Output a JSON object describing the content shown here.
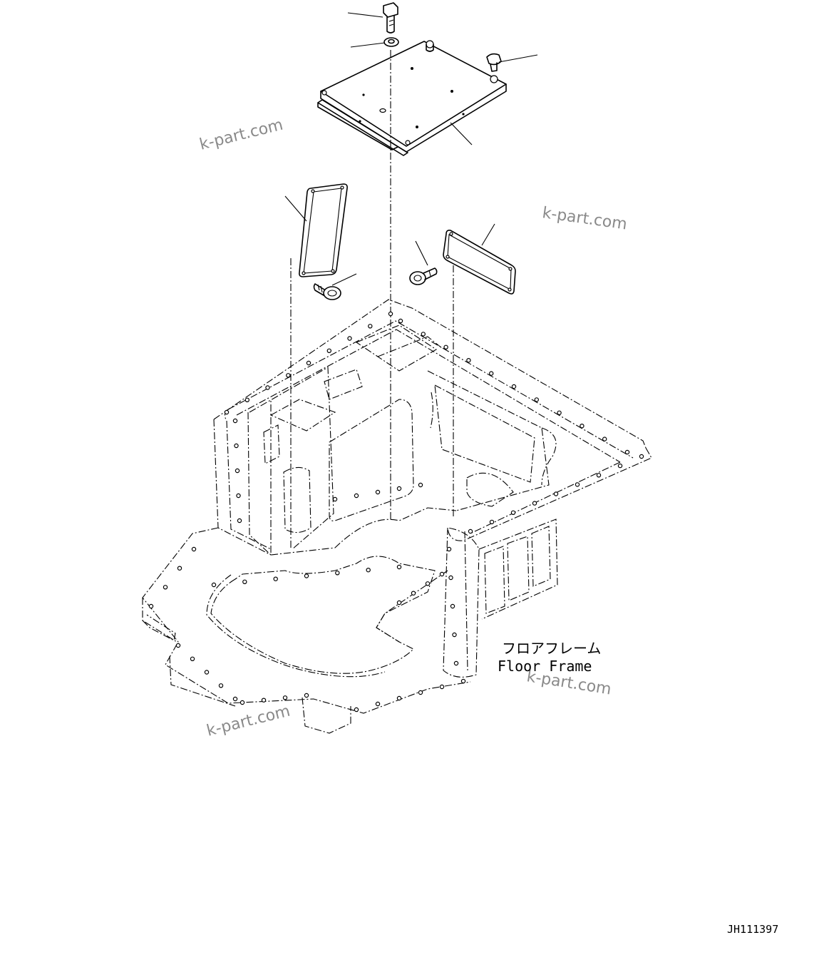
{
  "watermarks": [
    "k-part.com",
    "k-part.com",
    "k-part.com",
    "k-part.com"
  ],
  "labels": {
    "floor_frame_jp": "フロアフレーム",
    "floor_frame_en": "Floor Frame"
  },
  "drawing_code": "JH111397"
}
